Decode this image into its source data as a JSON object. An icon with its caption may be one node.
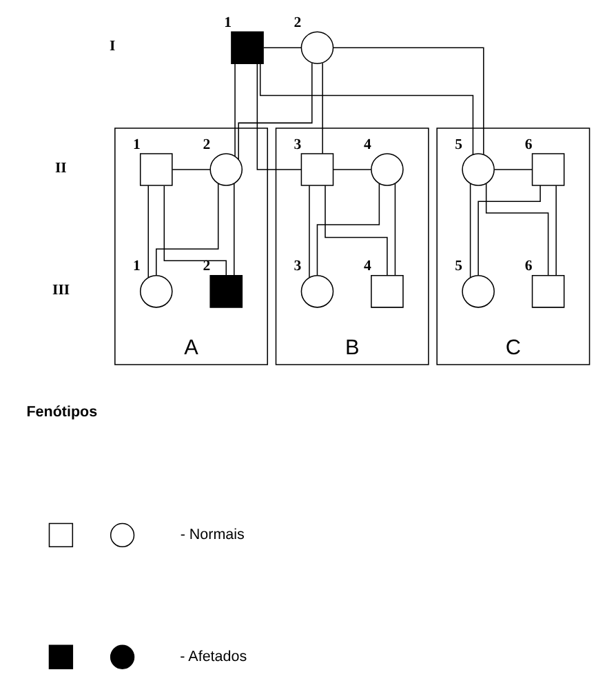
{
  "diagram": {
    "nodes": [
      {
        "text": [
          "1"
        ]
      },
      {
        "text": [
          "2"
        ]
      },
      {
        "text": [
          "A"
        ]
      },
      {
        "text": [
          "1"
        ],
        "in": 2
      },
      {
        "text": [
          "2"
        ],
        "in": 2
      },
      {
        "text": [
          "1"
        ],
        "in": 2
      },
      {
        "text": [
          "2"
        ],
        "in": 2
      },
      {
        "text": [
          "B"
        ]
      },
      {
        "text": [
          "3"
        ],
        "in": 7
      },
      {
        "text": [
          "4"
        ],
        "in": 7
      },
      {
        "text": [
          "3"
        ],
        "in": 7
      },
      {
        "text": [
          "4"
        ],
        "in": 7
      },
      {
        "text": [
          "C"
        ]
      },
      {
        "text": [
          "5"
        ],
        "in": 12
      },
      {
        "text": [
          "6"
        ],
        "in": 12
      },
      {
        "text": [
          "5"
        ],
        "in": 12
      },
      {
        "text": [
          "6"
        ],
        "in": 12
      },
      {
        "text": [],
        "shape": "box"
      },
      {
        "text": [],
        "shape": "circle"
      },
      {
        "text": [],
        "shape": "box"
      },
      {
        "text": [],
        "shape": "circle"
      }
    ],
    "edges": [
      {
        "from": 0,
        "to": 1,
        "arrow": "none"
      },
      {
        "from": 0,
        "to": 4,
        "arrow": "none"
      },
      {
        "from": 1,
        "to": 4,
        "arrow": "none"
      },
      {
        "from": 0,
        "to": 8,
        "arrow": "none"
      },
      {
        "from": 1,
        "to": 8,
        "arrow": "none"
      },
      {
        "from": 0,
        "to": 13,
        "arrow": "none"
      },
      {
        "from": 1,
        "to": 13,
        "arrow": "none"
      },
      {
        "from": 3,
        "to": 4,
        "arrow": "none"
      },
      {
        "from": 3,
        "to": 5,
        "arrow": "none"
      },
      {
        "from": 4,
        "to": 5,
        "arrow": "none"
      },
      {
        "from": 3,
        "to": 6,
        "arrow": "none"
      },
      {
        "from": 4,
        "to": 6,
        "arrow": "none"
      },
      {
        "from": 8,
        "to": 9,
        "arrow": "none"
      },
      {
        "from": 8,
        "to": 10,
        "arrow": "none"
      },
      {
        "from": 9,
        "to": 10,
        "arrow": "none"
      },
      {
        "from": 8,
        "to": 11,
        "arrow": "none"
      },
      {
        "from": 9,
        "to": 11,
        "arrow": "none"
      },
      {
        "from": 13,
        "to": 14,
        "arrow": "none"
      },
      {
        "from": 13,
        "to": 15,
        "arrow": "none"
      },
      {
        "from": 14,
        "to": 15,
        "arrow": "none"
      },
      {
        "from": 13,
        "to": 16,
        "arrow": "none"
      },
      {
        "from": 14,
        "to": 16,
        "arrow": "none"
      }
    ],
    "labels": [
      "I",
      "II",
      "III",
      "Fenótipos"
    ],
    "legend": [
      {
        "text": "- Normais"
      },
      {
        "text": "- Afetados"
      }
    ]
  }
}
